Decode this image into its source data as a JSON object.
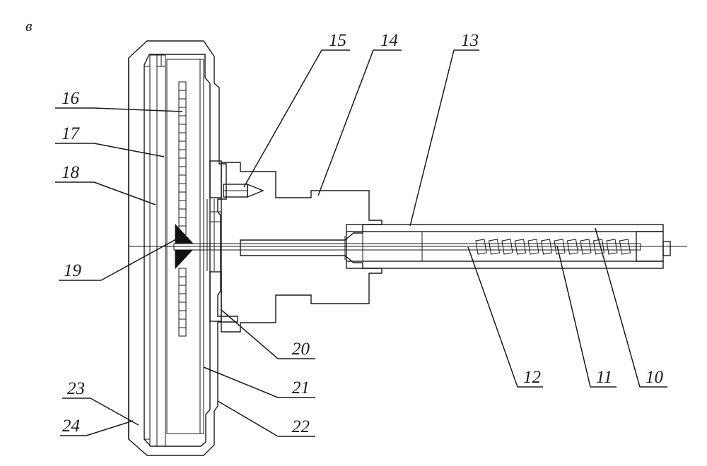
{
  "figure": {
    "panel_letter": "в",
    "type": "sectional technical drawing"
  },
  "colors": {
    "line": "#1a1a1a",
    "background": "#ffffff",
    "insulation_fill": "#e6e6e6"
  },
  "callouts": [
    {
      "id": "10",
      "label": "10"
    },
    {
      "id": "11",
      "label": "11"
    },
    {
      "id": "12",
      "label": "12"
    },
    {
      "id": "13",
      "label": "13"
    },
    {
      "id": "14",
      "label": "14"
    },
    {
      "id": "15",
      "label": "15"
    },
    {
      "id": "16",
      "label": "16"
    },
    {
      "id": "17",
      "label": "17"
    },
    {
      "id": "18",
      "label": "18"
    },
    {
      "id": "19",
      "label": "19"
    },
    {
      "id": "20",
      "label": "20"
    },
    {
      "id": "21",
      "label": "21"
    },
    {
      "id": "22",
      "label": "22"
    },
    {
      "id": "23",
      "label": "23"
    },
    {
      "id": "24",
      "label": "24"
    }
  ]
}
